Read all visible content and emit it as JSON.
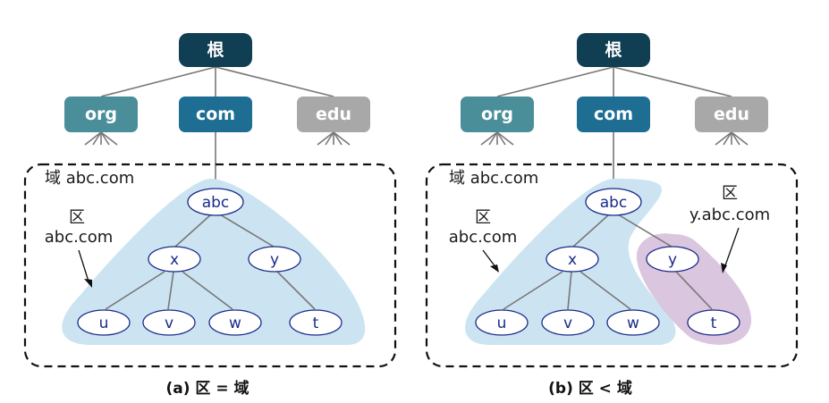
{
  "colors": {
    "root": "#103e52",
    "com": "#1e6e94",
    "org": "#4a8e9a",
    "edu": "#a8a8a8",
    "zone_blue": "#cce4f2",
    "zone_purple": "#dac6de"
  },
  "panel_a": {
    "root_label": "根",
    "org_label": "org",
    "com_label": "com",
    "edu_label": "edu",
    "domain_label": "域 abc.com",
    "zone_label_1": "区",
    "zone_label_2": "abc.com",
    "nodes": {
      "abc": "abc",
      "x": "x",
      "y": "y",
      "u": "u",
      "v": "v",
      "w": "w",
      "t": "t"
    },
    "caption": "(a) 区 = 域"
  },
  "panel_b": {
    "root_label": "根",
    "org_label": "org",
    "com_label": "com",
    "edu_label": "edu",
    "domain_label": "域 abc.com",
    "zone_label_1": "区",
    "zone_label_2": "abc.com",
    "zone2_label_1": "区",
    "zone2_label_2": "y.abc.com",
    "nodes": {
      "abc": "abc",
      "x": "x",
      "y": "y",
      "u": "u",
      "v": "v",
      "w": "w",
      "t": "t"
    },
    "caption": "(b) 区 < 域"
  }
}
